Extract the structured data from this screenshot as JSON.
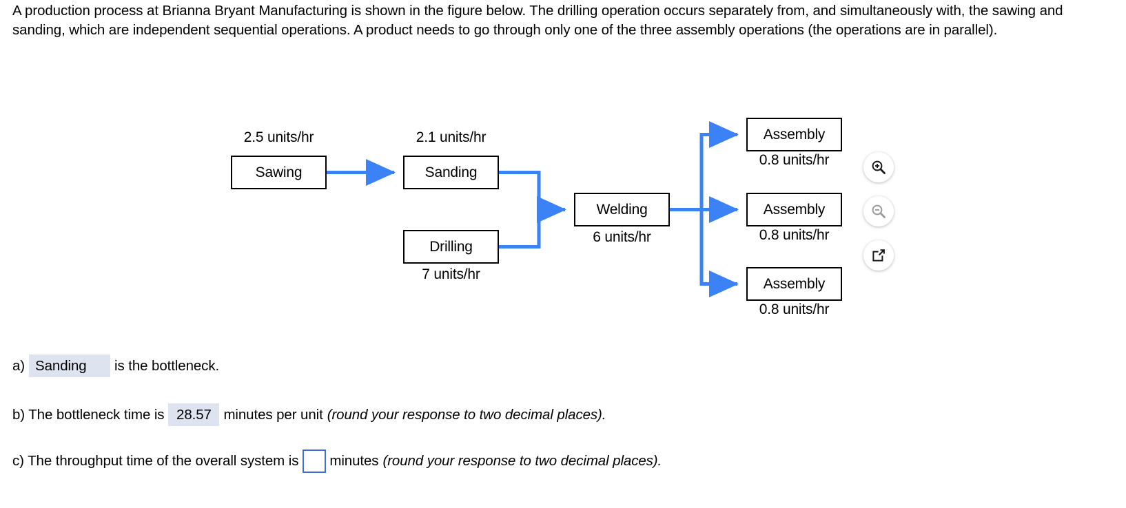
{
  "problem": {
    "statement": "A production process at Brianna Bryant Manufacturing is shown in the figure below. The drilling operation occurs separately from, and simultaneously with, the sawing and sanding, which are independent sequential operations. A product needs to go through only one of the three assembly operations (the operations are in parallel)."
  },
  "figure": {
    "accent_color": "#3b82f6",
    "box_border_color": "#000000",
    "nodes": [
      {
        "id": "sawing",
        "label": "Sawing",
        "rate": "2.5 units/hr",
        "rate_position": "above"
      },
      {
        "id": "sanding",
        "label": "Sanding",
        "rate": "2.1 units/hr",
        "rate_position": "above"
      },
      {
        "id": "drilling",
        "label": "Drilling",
        "rate": "7 units/hr",
        "rate_position": "below"
      },
      {
        "id": "welding",
        "label": "Welding",
        "rate": "6 units/hr",
        "rate_position": "below"
      },
      {
        "id": "assembly1",
        "label": "Assembly",
        "rate": "0.8 units/hr",
        "rate_position": "below"
      },
      {
        "id": "assembly2",
        "label": "Assembly",
        "rate": "0.8 units/hr",
        "rate_position": "below"
      },
      {
        "id": "assembly3",
        "label": "Assembly",
        "rate": "0.8 units/hr",
        "rate_position": "below"
      }
    ],
    "edges": [
      {
        "from": "sawing",
        "to": "sanding"
      },
      {
        "from": "sanding",
        "to": "welding"
      },
      {
        "from": "drilling",
        "to": "welding"
      },
      {
        "from": "welding",
        "to": "assembly1"
      },
      {
        "from": "welding",
        "to": "assembly2"
      },
      {
        "from": "welding",
        "to": "assembly3"
      }
    ]
  },
  "tools": [
    {
      "id": "zoom-in",
      "name": "zoom-in-icon",
      "state": "enabled"
    },
    {
      "id": "zoom-out",
      "name": "zoom-out-icon",
      "state": "disabled"
    },
    {
      "id": "popout",
      "name": "open-in-new-window-icon",
      "state": "enabled"
    }
  ],
  "answers": {
    "a": {
      "prefix": "a)",
      "value": "Sanding",
      "suffix": "is the bottleneck."
    },
    "b": {
      "prefix": "b) The bottleneck time is",
      "value": "28.57",
      "suffix": "minutes per unit",
      "hint": "(round your response to two decimal places)."
    },
    "c": {
      "prefix": "c) The throughput time of the overall system is",
      "value": "",
      "suffix": "minutes",
      "hint": "(round your response to two decimal places)."
    }
  }
}
